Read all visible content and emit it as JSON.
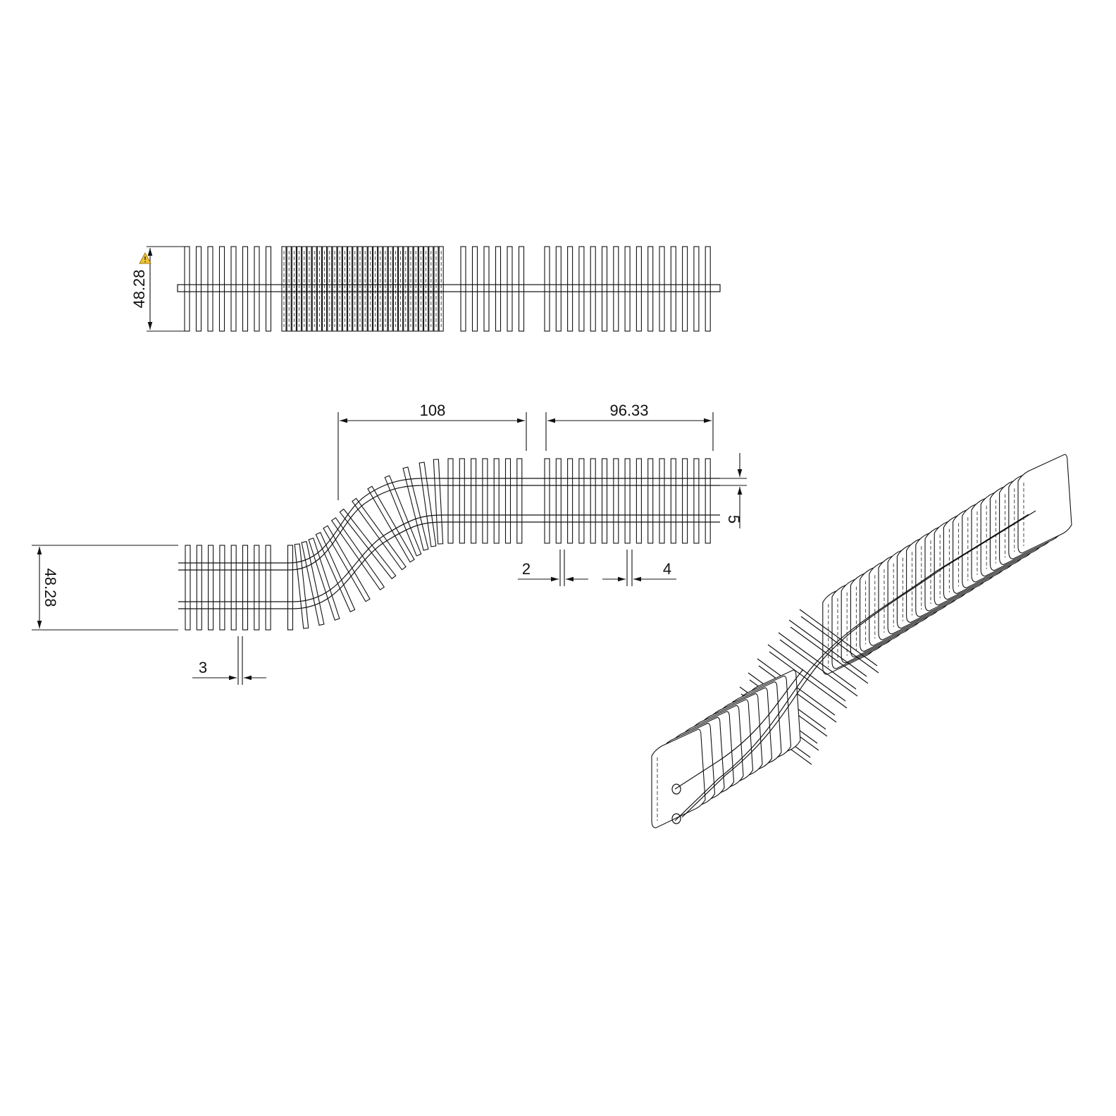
{
  "dimensions": {
    "top_height": "48.28",
    "left_height": "48.28",
    "span_a": "108",
    "span_b": "96.33",
    "gap_a": "2",
    "gap_b": "4",
    "gap_c": "3",
    "offset": "5"
  },
  "colors": {
    "line": "#111111",
    "warning": "#f2c230"
  },
  "icons": {
    "warning": "warning-icon"
  }
}
